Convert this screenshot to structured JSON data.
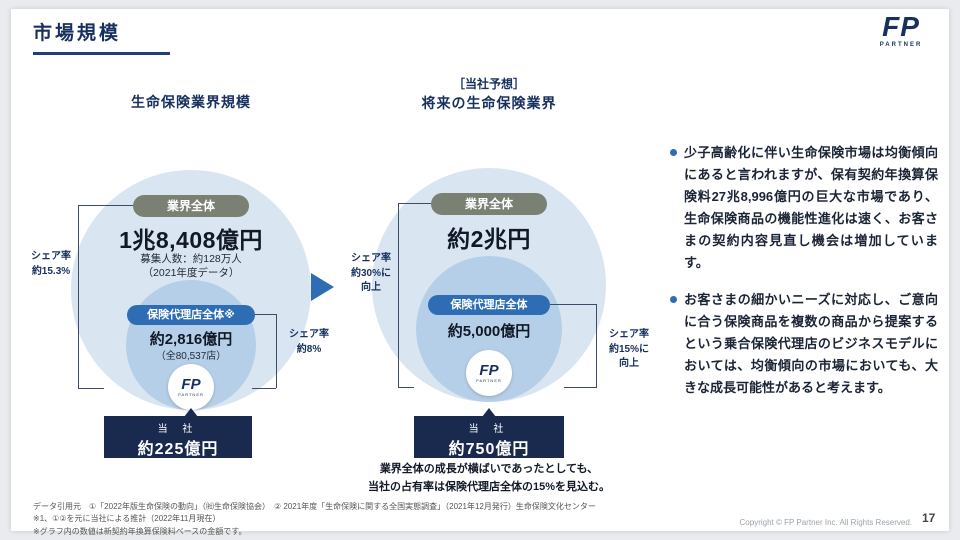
{
  "colors": {
    "brand_navy": "#17305e",
    "box_navy": "#1a2a4f",
    "accent_blue": "#2e6db4",
    "circle_light_blue": "#d9e6f2",
    "circle_mid_blue": "#b5cfe8",
    "badge_gray": "#7b8172"
  },
  "header": {
    "title": "市場規模",
    "logo_fp": "FP",
    "logo_partner": "PARTNER"
  },
  "left_chart": {
    "heading": "生命保険業界規模",
    "industry_badge": "業界全体",
    "industry_value": "1兆8,408億円",
    "industry_sub1": "募集人数：約128万人",
    "industry_sub2": "（2021年度データ）",
    "agency_badge": "保険代理店全体※",
    "agency_value": "約2,816億円",
    "agency_sub": "（全80,537店）",
    "share_left_1": "シェア率",
    "share_left_2": "約15.3%",
    "share_right_1": "シェア率",
    "share_right_2": "約8%",
    "company_label": "当 社",
    "company_value": "約225億円",
    "logo_fp": "FP",
    "logo_partner": "PARTNER"
  },
  "right_chart": {
    "forecast_tag": "［当社予想］",
    "heading": "将来の生命保険業界",
    "industry_badge": "業界全体",
    "industry_value": "約2兆円",
    "agency_badge": "保険代理店全体",
    "agency_value": "約5,000億円",
    "share_left_1": "シェア率",
    "share_left_2": "約30%に",
    "share_left_3": "向上",
    "share_right_1": "シェア率",
    "share_right_2": "約15%に",
    "share_right_3": "向上",
    "company_label": "当 社",
    "company_value": "約750億円",
    "note_line1": "業界全体の成長が横ばいであったとしても、",
    "note_line2": "当社の占有率は保険代理店全体の15%を見込む。",
    "logo_fp": "FP",
    "logo_partner": "PARTNER"
  },
  "bullets": [
    {
      "text": "少子高齢化に伴い生命保険市場は均衡傾向にあると言われますが、保有契約年換算保険料27兆8,996億円の巨大な市場であり、生命保険商品の機能性進化は速く、お客さまの契約内容見直し機会は増加しています。"
    },
    {
      "text": "お客さまの細かいニーズに対応し、ご意向に合う保険商品を複数の商品から提案するという乗合保険代理店のビジネスモデルにおいては、均衡傾向の市場においても、大きな成長可能性があると考えます。"
    }
  ],
  "footnotes": [
    "データ引用元　①「2022年版生命保険の動向」（㈳生命保険協会）　② 2021年度「生命保険に関する全国実態調査」（2021年12月発行）生命保険文化センター",
    "※1、①②を元に当社による推計（2022年11月現在）",
    "※グラフ内の数値は新契約年換算保険料ベースの金額です。"
  ],
  "footer": {
    "copyright": "Copyright © FP Partner Inc. All Rights Reserved.",
    "page": "17"
  }
}
